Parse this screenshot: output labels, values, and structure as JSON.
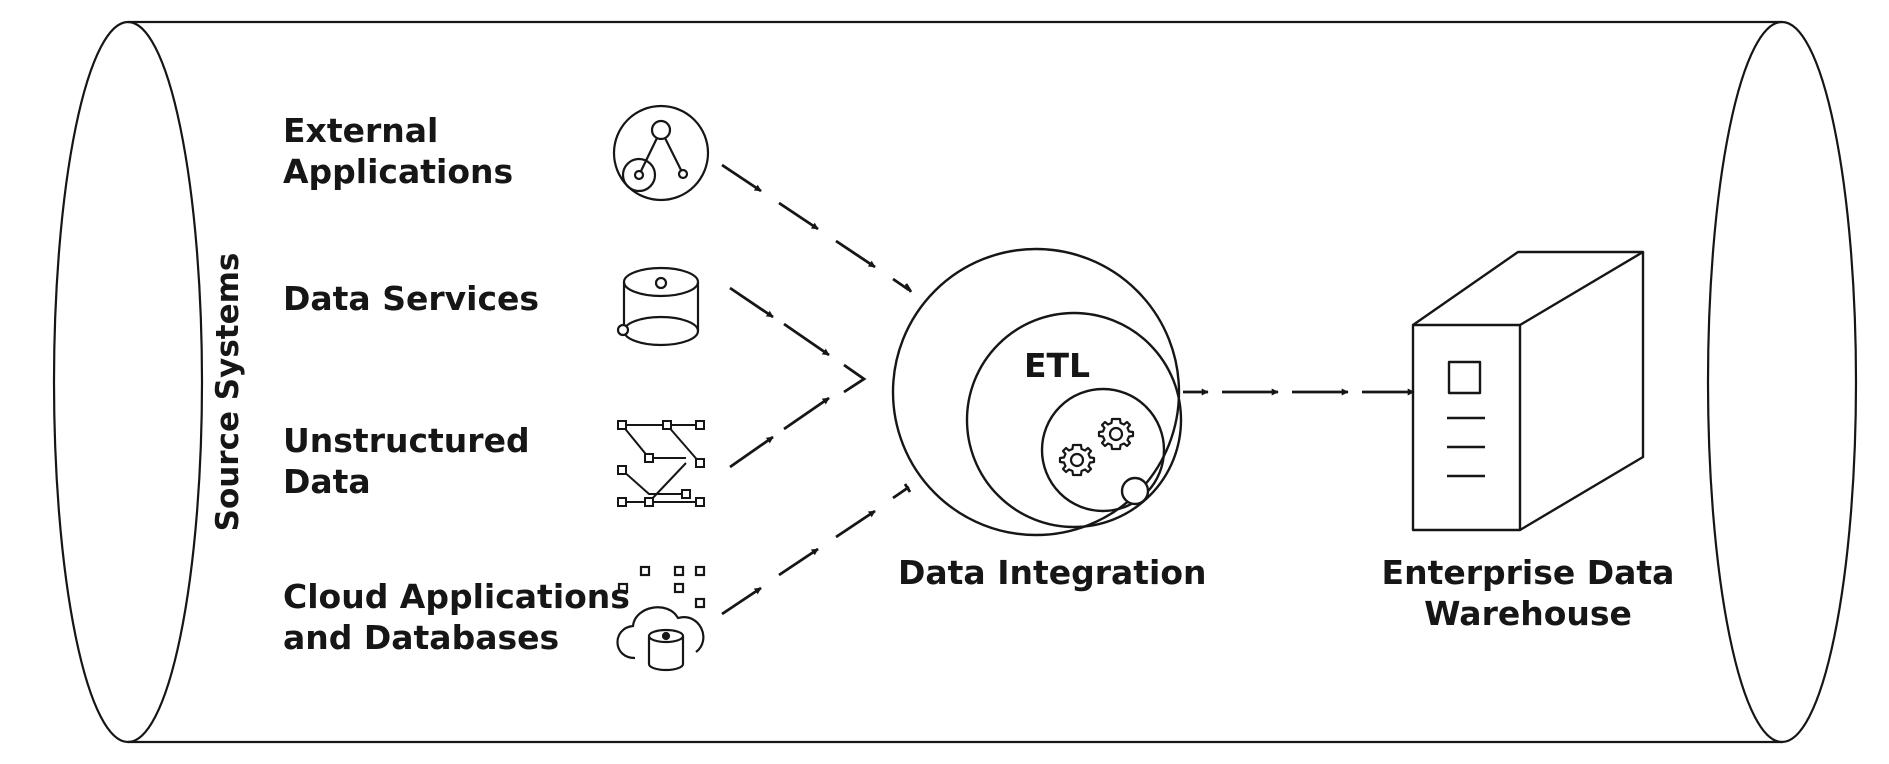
{
  "group_label": "Source Systems",
  "sources": [
    {
      "line1": "External",
      "line2": "Applications",
      "icon": "hub-network-icon"
    },
    {
      "line1": "Data Services",
      "line2": "",
      "icon": "database-cylinder-icon"
    },
    {
      "line1": "Unstructured",
      "line2": "Data",
      "icon": "scattered-nodes-icon"
    },
    {
      "line1": "Cloud Applications",
      "line2": "and Databases",
      "icon": "cloud-database-icon"
    }
  ],
  "integration": {
    "title": "Data Integration",
    "inner": "ETL",
    "icon": "gears-icon"
  },
  "warehouse": {
    "line1": "Enterprise Data",
    "line2": "Warehouse",
    "icon": "server-tower-icon"
  },
  "colors": {
    "stroke": "#161616",
    "background": "#ffffff"
  }
}
